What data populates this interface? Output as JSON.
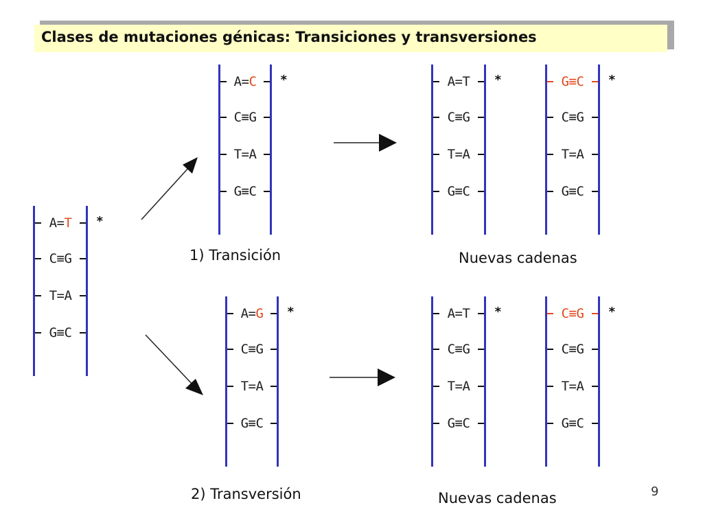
{
  "title": "Clases de mutaciones génicas: Transiciones y transversiones",
  "original_strand": {
    "pairs": [
      [
        "A",
        "=",
        "T"
      ],
      [
        "C",
        "≡",
        "G"
      ],
      [
        "T",
        "=",
        "A"
      ],
      [
        "G",
        "≡",
        "C"
      ]
    ],
    "star": "*"
  },
  "transition": {
    "label": "1) Transición",
    "mutated": [
      [
        "A",
        "=",
        "C"
      ],
      [
        "C",
        "≡",
        "G"
      ],
      [
        "T",
        "=",
        "A"
      ],
      [
        "G",
        "≡",
        "C"
      ]
    ],
    "new_label": "Nuevas cadenas",
    "new_a": [
      [
        "A",
        "=",
        "T"
      ],
      [
        "C",
        "≡",
        "G"
      ],
      [
        "T",
        "=",
        "A"
      ],
      [
        "G",
        "≡",
        "C"
      ]
    ],
    "new_b": [
      [
        "G",
        "≡",
        "C"
      ],
      [
        "C",
        "≡",
        "G"
      ],
      [
        "T",
        "=",
        "A"
      ],
      [
        "G",
        "≡",
        "C"
      ]
    ]
  },
  "transversion": {
    "label": "2) Transversión",
    "mutated": [
      [
        "A",
        "=",
        "G"
      ],
      [
        "C",
        "≡",
        "G"
      ],
      [
        "T",
        "=",
        "A"
      ],
      [
        "G",
        "≡",
        "C"
      ]
    ],
    "new_label": "Nuevas cadenas",
    "new_a": [
      [
        "A",
        "=",
        "T"
      ],
      [
        "C",
        "≡",
        "G"
      ],
      [
        "T",
        "=",
        "A"
      ],
      [
        "G",
        "≡",
        "C"
      ]
    ],
    "new_b": [
      [
        "C",
        "≡",
        "G"
      ],
      [
        "C",
        "≡",
        "G"
      ],
      [
        "T",
        "=",
        "A"
      ],
      [
        "G",
        "≡",
        "C"
      ]
    ]
  },
  "star": "*",
  "page_number": "9",
  "colors": {
    "rail": "#3333bb",
    "highlight": "#e04a1f",
    "title_bg": "#ffffc6"
  }
}
